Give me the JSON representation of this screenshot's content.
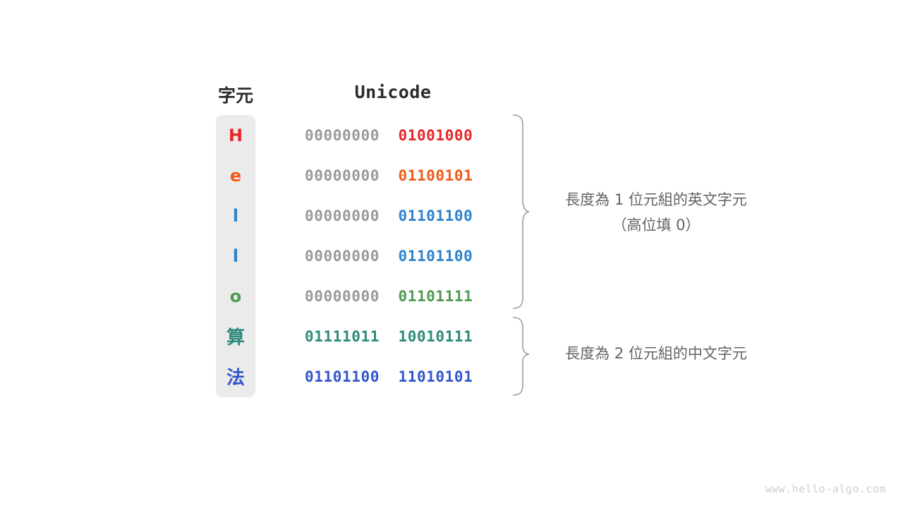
{
  "headers": {
    "character": "字元",
    "unicode": "Unicode"
  },
  "colors": {
    "column_background": "#ebebeb",
    "high_bits": "#9a9a9a",
    "annotation_text": "#636363",
    "header_text": "#2b2b2b",
    "watermark": "#cfcfcf",
    "brace_stroke": "#9e9e9e"
  },
  "rows": [
    {
      "char": "H",
      "color": "#e8262a",
      "high": "00000000",
      "low": "01001000",
      "cjk": false
    },
    {
      "char": "e",
      "color": "#ef5b19",
      "high": "00000000",
      "low": "01100101",
      "cjk": false
    },
    {
      "char": "l",
      "color": "#2e82cc",
      "high": "00000000",
      "low": "01101100",
      "cjk": false
    },
    {
      "char": "l",
      "color": "#2e82cc",
      "high": "00000000",
      "low": "01101100",
      "cjk": false
    },
    {
      "char": "o",
      "color": "#4e9a51",
      "high": "00000000",
      "low": "01101111",
      "cjk": false
    },
    {
      "char": "算",
      "color": "#2e8b7c",
      "high": "01111011",
      "low": "10010111",
      "cjk": true
    },
    {
      "char": "法",
      "color": "#3355cc",
      "high": "01101100",
      "low": "11010101",
      "cjk": true
    }
  ],
  "annotations": {
    "one_byte": "長度為 1 位元組的英文字元\n（高位填 0）",
    "two_byte": "長度為 2 位元組的中文字元"
  },
  "watermark": "www.hello-algo.com"
}
